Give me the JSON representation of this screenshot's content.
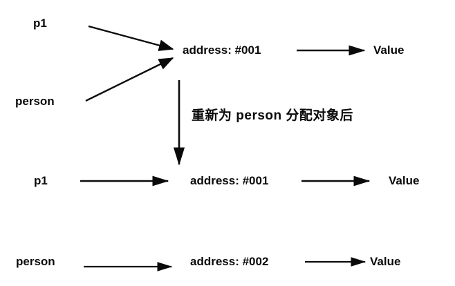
{
  "diagram": {
    "title_text": "",
    "background_color": "#ffffff",
    "stroke_color": "#0a0a0a",
    "text_color": "#0a0a0a",
    "rows": [
      {
        "id": "row-initial",
        "source_labels": [
          {
            "name": "p1",
            "text": "p1"
          },
          {
            "name": "person",
            "text": "person"
          }
        ],
        "address_label": "address: #001",
        "value_label": "Value"
      },
      {
        "id": "row-after-p1",
        "source_labels": [
          {
            "name": "p1",
            "text": "p1"
          }
        ],
        "address_label": "address: #001",
        "value_label": "Value"
      },
      {
        "id": "row-after-person",
        "source_labels": [
          {
            "name": "person",
            "text": "person"
          }
        ],
        "address_label": "address: #002",
        "value_label": "Value"
      }
    ],
    "transition_note": "重新为 person 分配对象后"
  }
}
